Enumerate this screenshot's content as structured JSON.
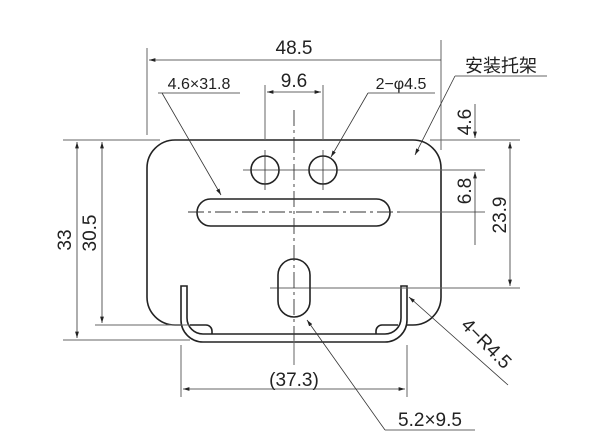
{
  "title": "安装托架",
  "dimensions": {
    "overall_width": "48.5",
    "hole_spacing": "9.6",
    "slot_size": "4.6×31.8",
    "holes": "2−φ4.5",
    "top_offset": "4.6",
    "hole_to_slot": "6.8",
    "top_to_lower_slot": "23.9",
    "total_height": "33",
    "plate_height": "30.5",
    "leg_span": "(37.3)",
    "lower_slot_size": "5.2×9.5",
    "corner_radius": "4−R4.5"
  }
}
